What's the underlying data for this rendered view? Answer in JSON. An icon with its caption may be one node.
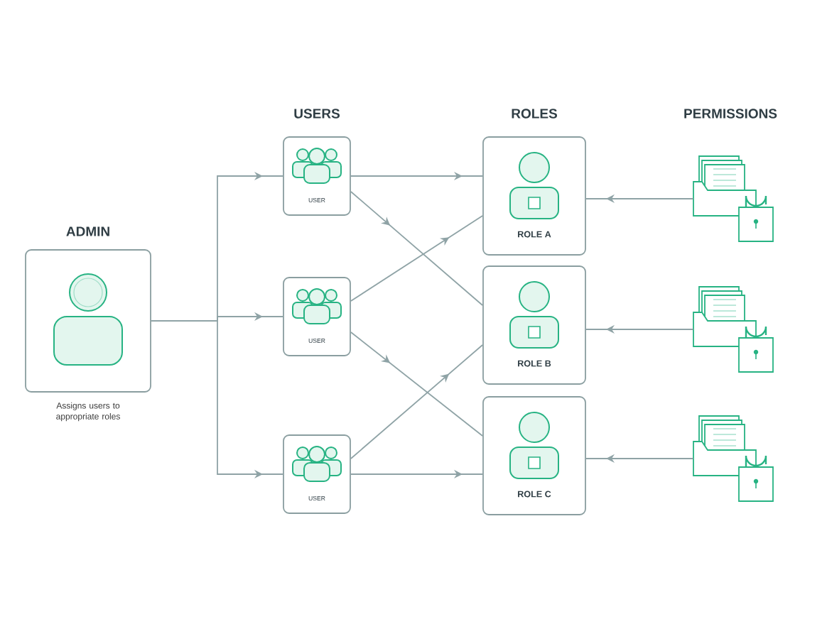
{
  "diagram": {
    "nodes": [
      {
        "text": [
          "ADMIN"
        ],
        "beside": [
          "Assigns users to appropriate roles"
        ]
      },
      {
        "text": [
          "USER"
        ]
      },
      {
        "text": [
          "USER"
        ]
      },
      {
        "text": [
          "USER"
        ]
      },
      {
        "text": [
          "ROLE A"
        ]
      },
      {
        "text": [
          "ROLE B"
        ]
      },
      {
        "text": [
          "ROLE C"
        ]
      },
      {
        "text": [],
        "shape": "picture"
      },
      {
        "text": [],
        "shape": "picture"
      },
      {
        "text": [],
        "shape": "picture"
      }
    ],
    "edges": [
      {
        "from": 0,
        "to": 1,
        "arrow": "to"
      },
      {
        "from": 0,
        "to": 2,
        "arrow": "to"
      },
      {
        "from": 0,
        "to": 3,
        "arrow": "to"
      },
      {
        "from": 1,
        "to": 4,
        "arrow": "to"
      },
      {
        "from": 1,
        "to": 5,
        "arrow": "to"
      },
      {
        "from": 2,
        "to": 4,
        "arrow": "to"
      },
      {
        "from": 2,
        "to": 6,
        "arrow": "to"
      },
      {
        "from": 3,
        "to": 5,
        "arrow": "to"
      },
      {
        "from": 3,
        "to": 6,
        "arrow": "to"
      },
      {
        "from": 7,
        "to": 4,
        "arrow": "to"
      },
      {
        "from": 8,
        "to": 5,
        "arrow": "to"
      },
      {
        "from": 9,
        "to": 6,
        "arrow": "to"
      }
    ],
    "labels": [
      "USERS",
      "ROLES",
      "PERMISSIONS"
    ]
  }
}
